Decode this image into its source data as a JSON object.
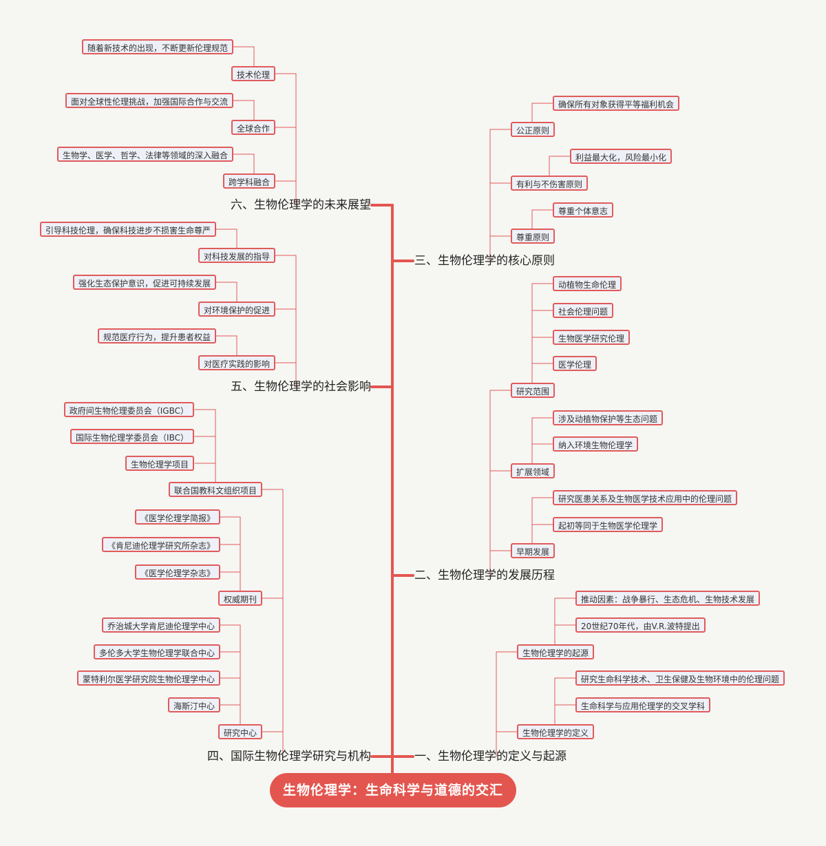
{
  "root": "生物伦理学：生命科学与道德的交汇",
  "branches": {
    "b1": {
      "label": "一、生物伦理学的定义与起源",
      "g1": {
        "label": "生物伦理学的起源",
        "l1": "推动因素：战争暴行、生态危机、生物技术发展",
        "l2": "20世纪70年代，由V.R.波特提出"
      },
      "g2": {
        "label": "生物伦理学的定义",
        "l1": "研究生命科学技术、卫生保健及生物环境中的伦理问题",
        "l2": "生命科学与应用伦理学的交叉学科"
      }
    },
    "b2": {
      "label": "二、生物伦理学的发展历程",
      "g1": {
        "label": "研究范围",
        "l1": "动植物生命伦理",
        "l2": "社会伦理问题",
        "l3": "生物医学研究伦理",
        "l4": "医学伦理"
      },
      "g2": {
        "label": "扩展领域",
        "l1": "涉及动植物保护等生态问题",
        "l2": "纳入环境生物伦理学"
      },
      "g3": {
        "label": "早期发展",
        "l1": "研究医患关系及生物医学技术应用中的伦理问题",
        "l2": "起初等同于生物医学伦理学"
      }
    },
    "b3": {
      "label": "三、生物伦理学的核心原则",
      "g1": {
        "label": "公正原则",
        "l1": "确保所有对象获得平等福利机会"
      },
      "g2": {
        "label": "有利与不伤害原则",
        "l1": "利益最大化，风险最小化"
      },
      "g3": {
        "label": "尊重原则",
        "l1": "尊重个体意志"
      }
    },
    "b4": {
      "label": "四、国际生物伦理学研究与机构",
      "g1": {
        "label": "联合国教科文组织项目",
        "l1": "政府间生物伦理委员会（IGBC）",
        "l2": "国际生物伦理学委员会（IBC）",
        "l3": "生物伦理学项目"
      },
      "g2": {
        "label": "权威期刊",
        "l1": "《医学伦理学简报》",
        "l2": "《肯尼迪伦理学研究所杂志》",
        "l3": "《医学伦理学杂志》"
      },
      "g3": {
        "label": "研究中心",
        "l1": "乔治城大学肯尼迪伦理学中心",
        "l2": "多伦多大学生物伦理学联合中心",
        "l3": "蒙特利尔医学研究院生物伦理学中心",
        "l4": "海斯汀中心"
      }
    },
    "b5": {
      "label": "五、生物伦理学的社会影响",
      "g1": {
        "label": "对科技发展的指导",
        "l1": "引导科技伦理，确保科技进步不损害生命尊严"
      },
      "g2": {
        "label": "对环境保护的促进",
        "l1": "强化生态保护意识，促进可持续发展"
      },
      "g3": {
        "label": "对医疗实践的影响",
        "l1": "规范医疗行为，提升患者权益"
      }
    },
    "b6": {
      "label": "六、生物伦理学的未来展望",
      "g1": {
        "label": "技术伦理",
        "l1": "随着新技术的出现，不断更新伦理规范"
      },
      "g2": {
        "label": "全球合作",
        "l1": "面对全球性伦理挑战，加强国际合作与交流"
      },
      "g3": {
        "label": "跨学科融合",
        "l1": "生物学、医学、哲学、法律等领域的深入融合"
      }
    }
  },
  "colors": {
    "line": "#e05a5a",
    "trunk": "#e3564f",
    "box_fill": "#eef0f7",
    "box_border": "#e05a5a",
    "background": "#f6f6f3"
  }
}
